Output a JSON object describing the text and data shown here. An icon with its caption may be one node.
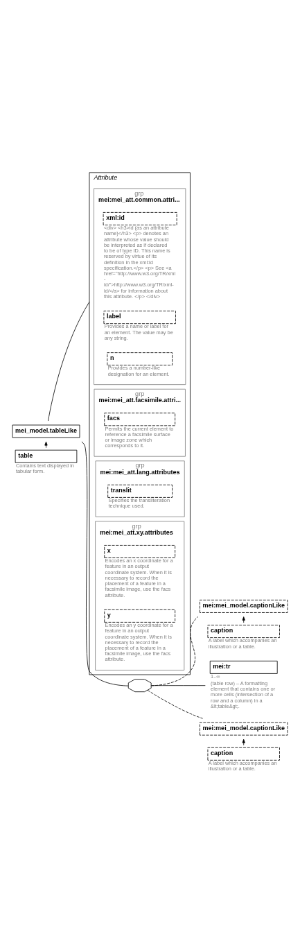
{
  "diagram": {
    "nodes": [
      {
        "text": [
          "mei_model.tableLike"
        ]
      },
      {
        "text": [
          "Attribute"
        ]
      },
      {
        "text": [
          "grp",
          "mei:mei_att.common.attri..."
        ],
        "in": 1
      },
      {
        "text": [
          "xml:id"
        ],
        "in": 2,
        "beside": [
          "<div> <h3>id (as an attribute name)</h3> <p> denotes an attribute whose value should be interpreted as if declared to be of type ID. This name is reserved by virtue of its definition in the xml:id specification.</p> <p> See <a href=\"http://www.w3.org/TR/xml-id/\">http://www.w3.org/TR/xml-id/</a> for information about this attribute. </p> </div>"
        ]
      },
      {
        "text": [
          "label"
        ],
        "in": 2,
        "beside": [
          "Provides a name or label for an element. The value may be any string."
        ]
      },
      {
        "text": [
          "n"
        ],
        "in": 2,
        "beside": [
          "Provides a number-like designation for an element."
        ]
      },
      {
        "text": [
          "grp",
          "mei:mei_att.facsimile.attri..."
        ],
        "in": 1
      },
      {
        "text": [
          "facs"
        ],
        "in": 6,
        "beside": [
          "Permits the current element to reference a facsimile surface or image zone which corresponds to it."
        ]
      },
      {
        "text": [
          "grp",
          "mei:mei_att.lang.attributes"
        ],
        "in": 1
      },
      {
        "text": [
          "translit"
        ],
        "in": 8,
        "beside": [
          "Specifies the transliteration technique used."
        ]
      },
      {
        "text": [
          "grp",
          "mei:mei_att.xy.attributes"
        ],
        "in": 1
      },
      {
        "text": [
          "x"
        ],
        "in": 10,
        "beside": [
          "Encodes an x coordinate for a feature in an output coordinate system. When it is necessary to record the placement of a feature in a facsimile image, use the facs attribute."
        ]
      },
      {
        "text": [
          "y"
        ],
        "in": 10,
        "beside": [
          "Encodes an y coordinate for a feature in an output coordinate system. When it is necessary to record the placement of a feature in a facsimile image, use the facs attribute."
        ]
      },
      {
        "text": [],
        "shape": "octagon"
      },
      {
        "text": [
          "mei:mei_model.captionLike"
        ]
      },
      {
        "text": [
          "caption"
        ],
        "beside": [
          "A label which accompanies an illustration or a table."
        ]
      },
      {
        "text": [
          "mei:tr"
        ],
        "beside": [
          "1..∞",
          "(table row) – A formatting element that contains one or more cells (intersection of a row and a column) in a &lt;table&gt;."
        ]
      },
      {
        "text": [
          "mei:mei_model.captionLike"
        ]
      },
      {
        "text": [
          "caption"
        ],
        "beside": [
          "A label which accompanies an illustration or a table."
        ]
      },
      {
        "text": [
          "table"
        ],
        "beside": [
          "Contains text displayed in tabular form."
        ]
      }
    ],
    "edges": [
      {
        "from": 0,
        "to": 1,
        "arrow": "none"
      },
      {
        "from": 0,
        "to": 13,
        "arrow": "none"
      },
      {
        "from": 13,
        "to": 14,
        "arrow": "none",
        "style": "dashed"
      },
      {
        "from": 15,
        "to": 14,
        "arrow": "to",
        "style": "dashed"
      },
      {
        "from": 13,
        "to": 16,
        "arrow": "none"
      },
      {
        "from": 13,
        "to": 17,
        "arrow": "none",
        "style": "dashed"
      },
      {
        "from": 18,
        "to": 17,
        "arrow": "to",
        "style": "dashed"
      },
      {
        "from": 19,
        "to": 0,
        "arrow": "to"
      }
    ]
  }
}
